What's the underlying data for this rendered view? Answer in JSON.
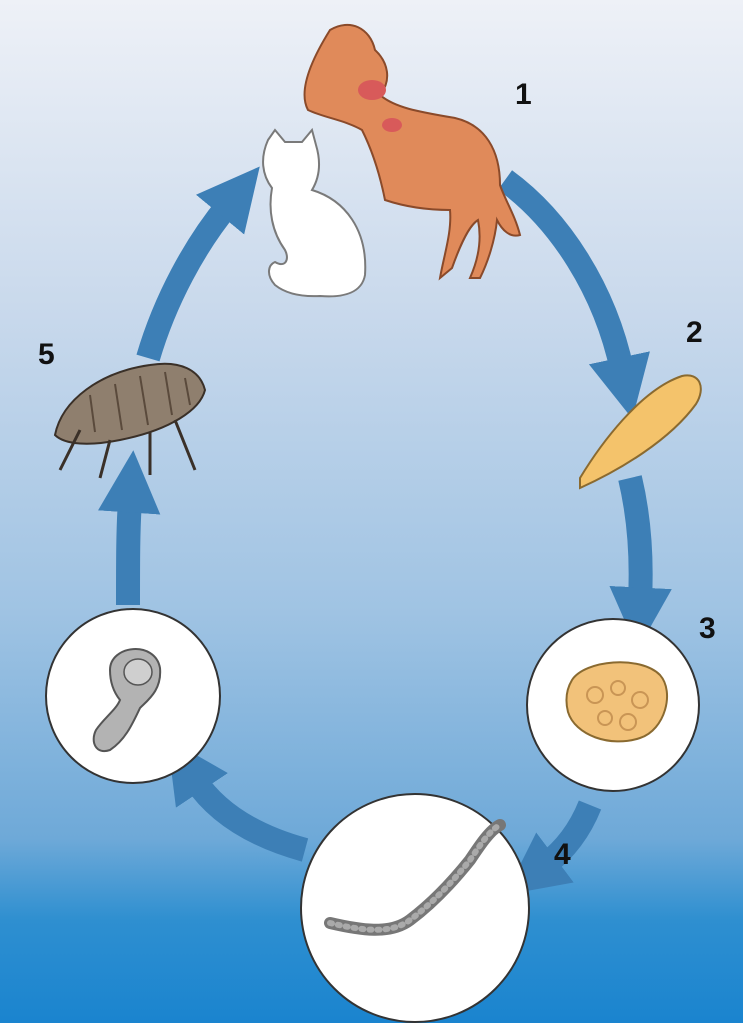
{
  "colors": {
    "arrow": "#3d7fb6",
    "dog": "#e08a5a",
    "cat": "#ffffff",
    "proglottid": "#f4c36b",
    "egg_capsule": "#f2c27a",
    "larva": "#8a8a8a",
    "cysticercoid": "#b3b3b3",
    "flea": "#8f7f6e"
  },
  "stages": [
    {
      "number": "1",
      "illustration": "dog-and-cat-icon"
    },
    {
      "number": "2",
      "illustration": "proglottid-icon"
    },
    {
      "number": "3",
      "illustration": "egg-packet-icon"
    },
    {
      "number": "4",
      "illustration": "flea-larva-icon"
    },
    {
      "number": "5",
      "illustration": "adult-flea-icon"
    }
  ]
}
